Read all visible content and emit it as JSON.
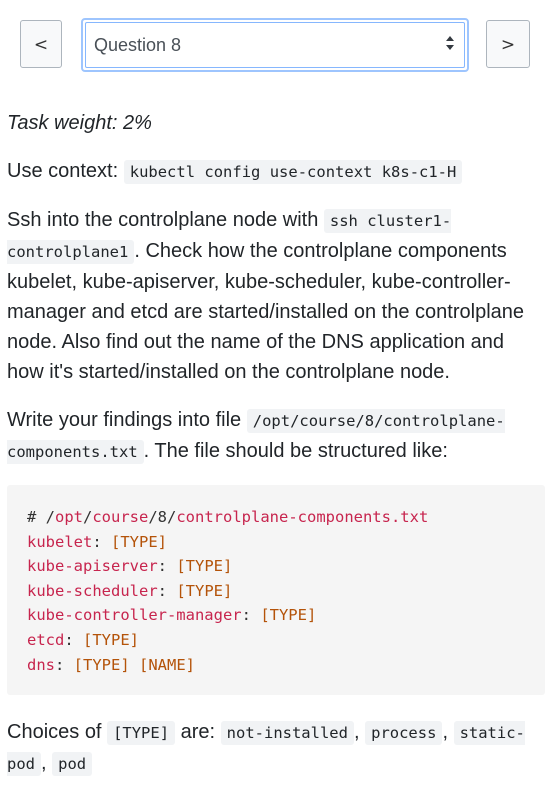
{
  "nav": {
    "prev_label": "<",
    "next_label": ">",
    "question_selected": "Question 8"
  },
  "task": {
    "weight": "Task weight: 2%",
    "context_prefix": "Use context:",
    "context_cmd": "kubectl config use-context k8s-c1-H",
    "p2_a": "Ssh into the controlplane node with",
    "p2_cmd": "ssh cluster1-controlplane1",
    "p2_b": ". Check how the controlplane components kubelet, kube-apiserver, kube-scheduler, kube-controller-manager and etcd are started/installed on the controlplane node. Also find out the name of the DNS application and how it's started/installed on the controlplane node.",
    "p3_a": "Write your findings into file",
    "p3_path": "/opt/course/8/controlplane-components.txt",
    "p3_b": ". The file should be structured like:",
    "code": {
      "comment_hash": "# /",
      "path_parts": [
        "opt",
        "/",
        "course",
        "/8/",
        "controlplane-components.txt"
      ],
      "lines": [
        {
          "key": "kubelet",
          "value": "[TYPE]"
        },
        {
          "key": "kube-apiserver",
          "value": "[TYPE]"
        },
        {
          "key": "kube-scheduler",
          "value": "[TYPE]"
        },
        {
          "key": "kube-controller-manager",
          "value": "[TYPE]"
        },
        {
          "key": "etcd",
          "value": "[TYPE]"
        },
        {
          "key": "dns",
          "value": "[TYPE] [NAME]"
        }
      ]
    },
    "choices_a": "Choices of",
    "choices_type": "[TYPE]",
    "choices_b": "are:",
    "choices": [
      "not-installed",
      "process",
      "static-pod",
      "pod"
    ]
  }
}
